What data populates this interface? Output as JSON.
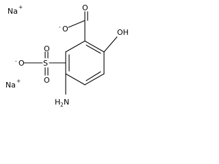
{
  "structure": {
    "ions": [
      {
        "symbol": "Na",
        "charge": "+"
      },
      {
        "symbol": "Na",
        "charge": "+"
      }
    ],
    "atoms": {
      "carboxylate_o_single": "O",
      "carboxylate_o_single_charge": "-",
      "carboxylate_o_double": "O",
      "hydroxyl": "OH",
      "sulfonate_s": "S",
      "sulfonate_o_single": "O",
      "sulfonate_o_single_charge": "-",
      "sulfonate_o_double_1": "O",
      "sulfonate_o_double_2": "O",
      "amino": "H2N"
    }
  }
}
